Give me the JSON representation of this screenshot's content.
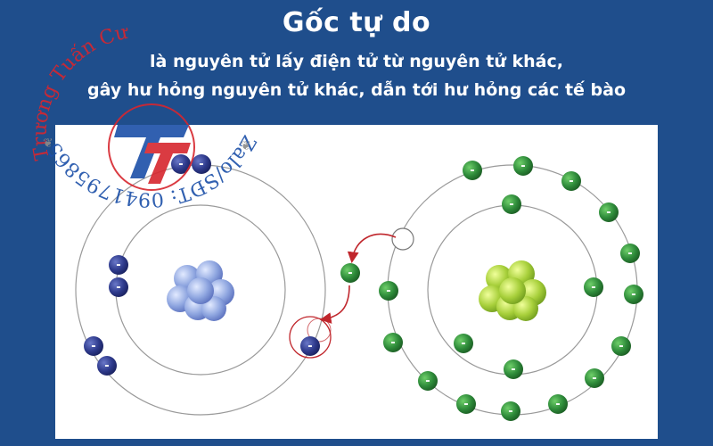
{
  "title": "Gốc tự do",
  "subtitle_line1": "là nguyên tử lấy điện tử từ nguyên tử khác,",
  "subtitle_line2": "gây hư hỏng nguyên tử khác, dẫn tới hư hỏng các tế bào",
  "electron_symbol": "-",
  "colors": {
    "background": "#1f4e8c",
    "panel": "#ffffff",
    "electron_blue": "#2e3a8c",
    "electron_green": "#2e8b3a",
    "nucleus_blue": "#8fa6e0",
    "nucleus_green": "#a7cf3a",
    "arrow": "#c0262c",
    "orbit": "#9a9a9a",
    "watermark_red": "#d7262e",
    "watermark_blue": "#1b4fa8"
  },
  "watermark": {
    "name": "Trương Tuấn Cư",
    "contact": "Zalo/SĐT: 0941795865",
    "logo_letters": "TT"
  }
}
